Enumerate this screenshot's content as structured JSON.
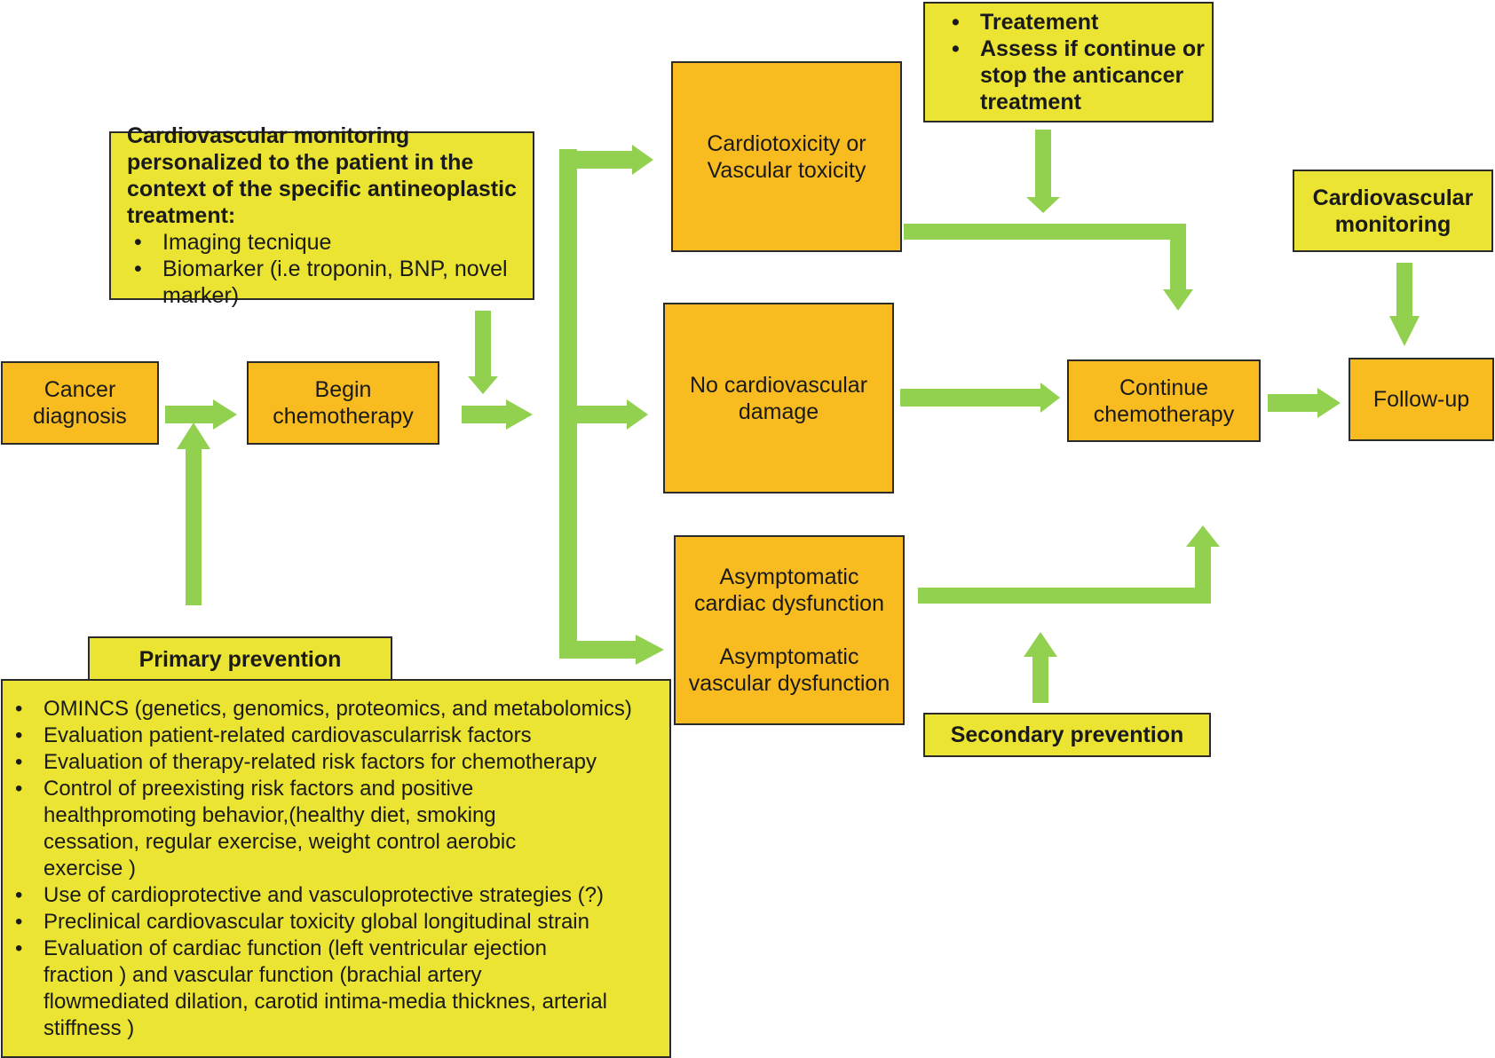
{
  "colors": {
    "orange": "#f9bc20",
    "yellow": "#ebe432",
    "arrow": "#92d050",
    "border": "#2b2b2b"
  },
  "nodes": {
    "cancer_diagnosis": "Cancer\ndiagnosis",
    "begin_chemotherapy": "Begin\nchemotherapy",
    "monitoring_personalized": {
      "title": "Cardiovascular monitoring personalized to the patient in the context of the specific antineoplastic treatment:",
      "items": [
        "Imaging tecnique",
        "Biomarker (i.e troponin, BNP, novel marker)"
      ]
    },
    "cardiotoxicity": "Cardiotoxicity or\nVascular toxicity",
    "no_damage": "No cardiovascular\ndamage",
    "asymptomatic": "Asymptomatic\ncardiac dysfunction\n\nAsymptomatic\nvascular dysfunction",
    "treatment": {
      "items": [
        "Treatement",
        "Assess if continue or stop the anticancer treatment"
      ]
    },
    "continue_chemotherapy": "Continue\nchemotherapy",
    "cardiovascular_monitoring": "Cardiovascular\nmonitoring",
    "follow_up": "Follow-up",
    "secondary_prevention": "Secondary prevention",
    "primary_prevention": {
      "title": "Primary prevention",
      "items": [
        "OMINCS (genetics, genomics, proteomics, and metabolomics)",
        "Evaluation patient-related cardiovascularrisk factors",
        "Evaluation of therapy-related risk factors for chemotherapy",
        "Control of preexisting risk factors and positive healthpromoting behavior,(healthy diet, smoking cessation, regular exercise, weight control aerobic exercise )",
        "Use of cardioprotective and vasculoprotective strategies (?)",
        "Preclinical cardiovascular toxicity global longitudinal strain",
        "Evaluation of cardiac function (left ventricular ejection fraction ) and vascular function (brachial artery flowmediated dilation, carotid intima-media thicknes, arterial stiffness )"
      ]
    }
  }
}
